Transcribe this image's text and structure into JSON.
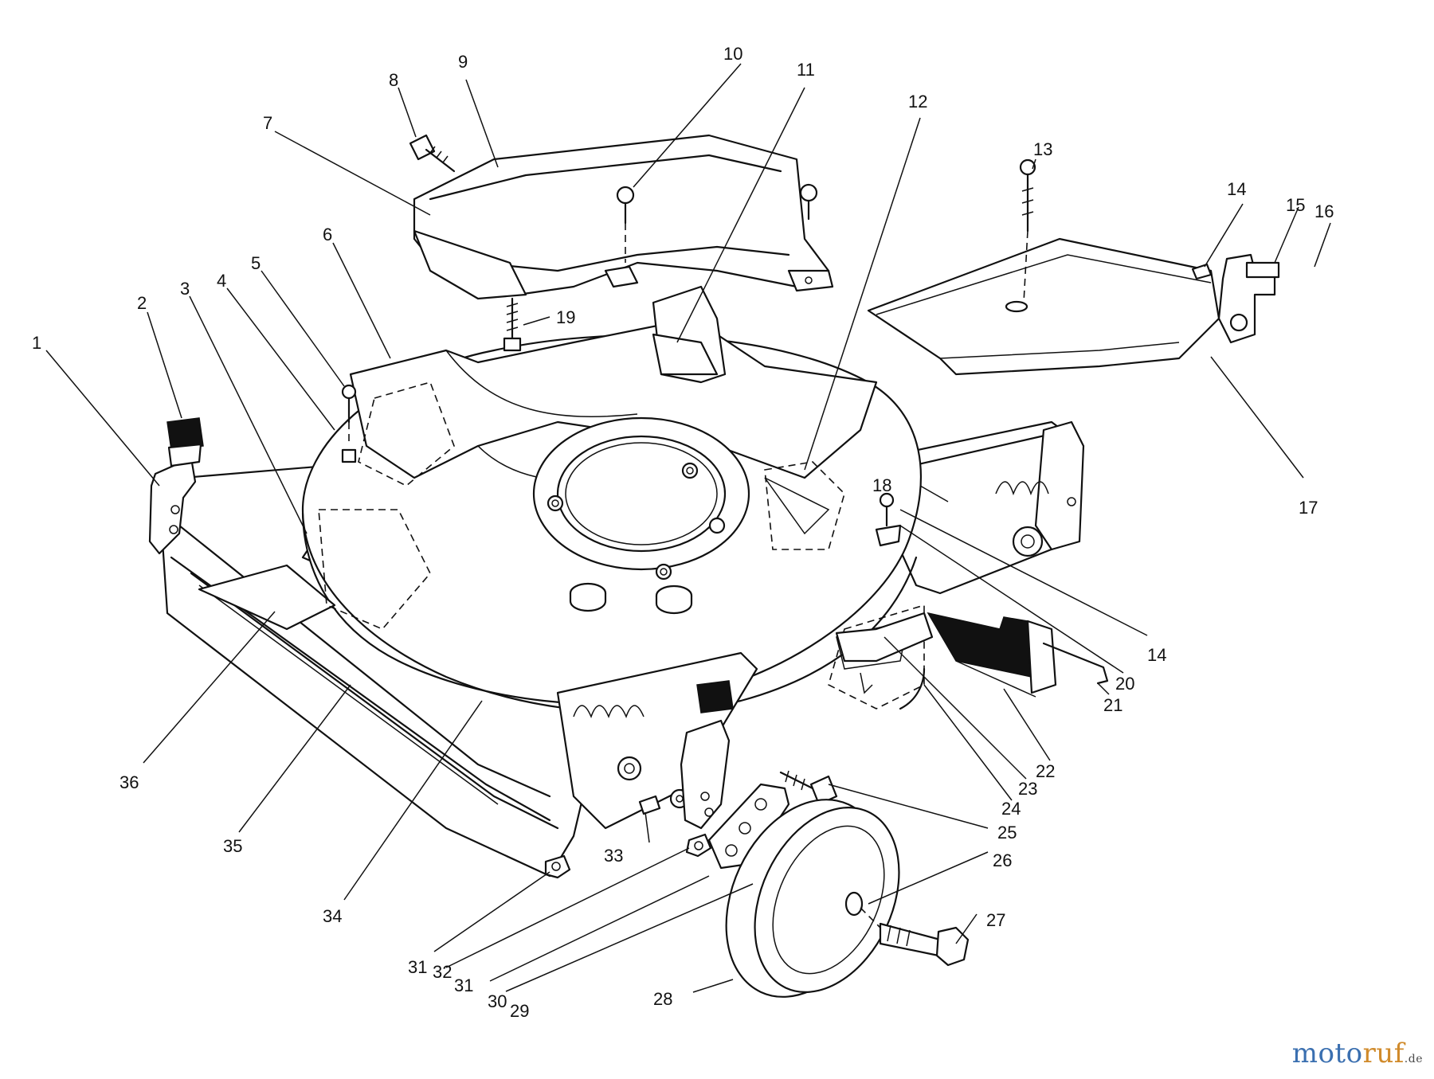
{
  "diagram": {
    "callouts": [
      {
        "id": "c1",
        "label": "1"
      },
      {
        "id": "c2",
        "label": "2"
      },
      {
        "id": "c3",
        "label": "3"
      },
      {
        "id": "c4",
        "label": "4"
      },
      {
        "id": "c5",
        "label": "5"
      },
      {
        "id": "c6",
        "label": "6"
      },
      {
        "id": "c7",
        "label": "7"
      },
      {
        "id": "c8",
        "label": "8"
      },
      {
        "id": "c9",
        "label": "9"
      },
      {
        "id": "c10",
        "label": "10"
      },
      {
        "id": "c11",
        "label": "11"
      },
      {
        "id": "c12",
        "label": "12"
      },
      {
        "id": "c13",
        "label": "13"
      },
      {
        "id": "c14a",
        "label": "14"
      },
      {
        "id": "c15",
        "label": "15"
      },
      {
        "id": "c16",
        "label": "16"
      },
      {
        "id": "c17",
        "label": "17"
      },
      {
        "id": "c18",
        "label": "18"
      },
      {
        "id": "c19",
        "label": "19"
      },
      {
        "id": "c14b",
        "label": "14"
      },
      {
        "id": "c20",
        "label": "20"
      },
      {
        "id": "c21",
        "label": "21"
      },
      {
        "id": "c22",
        "label": "22"
      },
      {
        "id": "c23",
        "label": "23"
      },
      {
        "id": "c24",
        "label": "24"
      },
      {
        "id": "c25",
        "label": "25"
      },
      {
        "id": "c26",
        "label": "26"
      },
      {
        "id": "c27",
        "label": "27"
      },
      {
        "id": "c28",
        "label": "28"
      },
      {
        "id": "c29",
        "label": "29"
      },
      {
        "id": "c30",
        "label": "30"
      },
      {
        "id": "c31a",
        "label": "31"
      },
      {
        "id": "c31b",
        "label": "31"
      },
      {
        "id": "c32",
        "label": "32"
      },
      {
        "id": "c33",
        "label": "33"
      },
      {
        "id": "c34",
        "label": "34"
      },
      {
        "id": "c35",
        "label": "35"
      },
      {
        "id": "c36",
        "label": "36"
      }
    ]
  },
  "watermark": {
    "part1": "moto",
    "part2": "ruf",
    "part3": ".de"
  }
}
